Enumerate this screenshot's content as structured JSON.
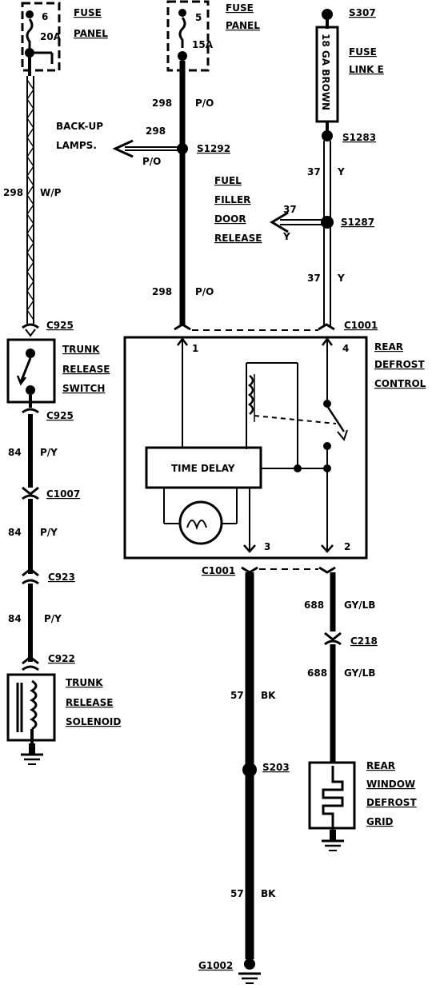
{
  "labels": {
    "fuse_panel_left_num": "6",
    "fuse_panel_left_amp": "20A",
    "fuse_panel_left_name1": "FUSE",
    "fuse_panel_left_name2": "PANEL",
    "fuse_panel_mid_num": "5",
    "fuse_panel_mid_amp": "15A",
    "fuse_panel_mid_name1": "FUSE",
    "fuse_panel_mid_name2": "PANEL",
    "s307": "S307",
    "fuse_link_gauge": "18 GA BROWN",
    "fuse_link_name1": "FUSE",
    "fuse_link_name2": "LINK E",
    "wire_298_top": "298",
    "wire_po_top": "P/O",
    "backup_1": "BACK-UP",
    "backup_2": "LAMPS.",
    "wire_298_branch": "298",
    "wire_po_branch": "P/O",
    "s1292": "S1292",
    "s1283": "S1283",
    "wire_37_a": "37",
    "wire_y_a": "Y",
    "fuel_1": "FUEL",
    "fuel_2": "FILLER",
    "fuel_3": "DOOR",
    "fuel_4": "RELEASE",
    "wire_37_branch": "37",
    "wire_y_branch": "Y",
    "s1287": "S1287",
    "wire_37_b": "37",
    "wire_y_b": "Y",
    "wire_298_left": "298",
    "wire_wp_left": "W/P",
    "wire_298_mid": "298",
    "wire_po_mid": "P/O",
    "c925_top": "C925",
    "c1001_top": "C1001",
    "trunk_sw_1": "TRUNK",
    "trunk_sw_2": "RELEASE",
    "trunk_sw_3": "SWITCH",
    "rdc_1": "REAR",
    "rdc_2": "DEFROST",
    "rdc_3": "CONTROL",
    "pin_1": "1",
    "pin_4": "4",
    "pin_3": "3",
    "pin_2": "2",
    "time_delay": "TIME DELAY",
    "c925_bottom": "C925",
    "wire_84_a": "84",
    "wire_py_a": "P/Y",
    "c1007": "C1007",
    "wire_84_b": "84",
    "wire_py_b": "P/Y",
    "c923": "C923",
    "wire_84_c": "84",
    "wire_py_c": "P/Y",
    "c922": "C922",
    "trunk_sol_1": "TRUNK",
    "trunk_sol_2": "RELEASE",
    "trunk_sol_3": "SOLENOID",
    "c1001_bottom": "C1001",
    "wire_688_a": "688",
    "wire_gylb_a": "GY/LB",
    "c218": "C218",
    "wire_688_b": "688",
    "wire_gylb_b": "GY/LB",
    "wire_57_a": "57",
    "wire_bk_a": "BK",
    "s203": "S203",
    "rwd_1": "REAR",
    "rwd_2": "WINDOW",
    "rwd_3": "DEFROST",
    "rwd_4": "GRID",
    "wire_57_b": "57",
    "wire_bk_b": "BK",
    "g1002": "G1002"
  }
}
